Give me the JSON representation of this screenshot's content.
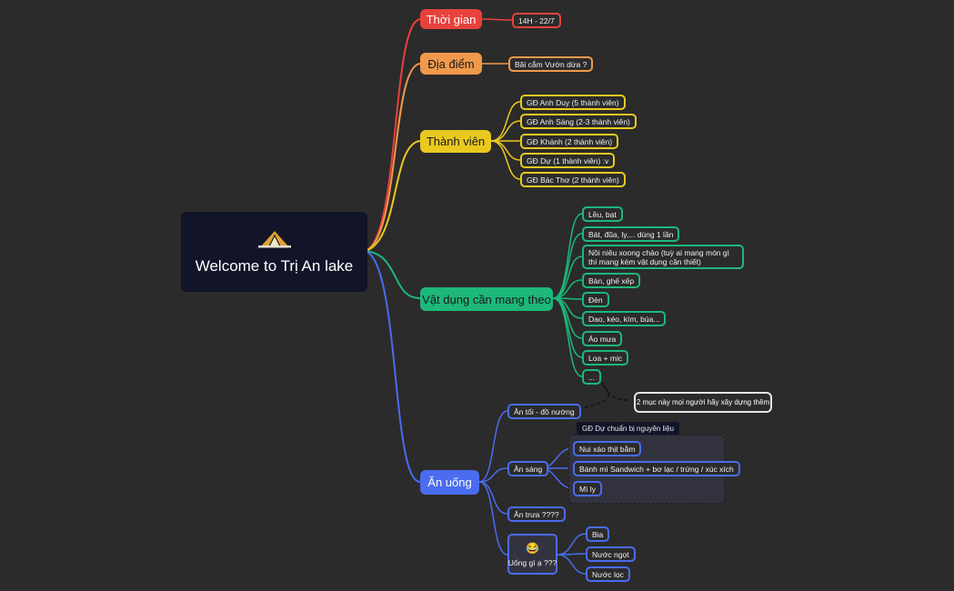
{
  "root": {
    "title": "Welcome to Trị An lake",
    "icon": "tent-icon"
  },
  "branches": {
    "time": {
      "label": "Thời gian",
      "color": "#e8413c",
      "items": [
        "14H - 22/7"
      ]
    },
    "place": {
      "label": "Địa điểm",
      "color": "#f0994a",
      "items": [
        "Bãi cắm Vườn dừa ?"
      ]
    },
    "members": {
      "label": "Thành viên",
      "color": "#e9c920",
      "items": [
        "GĐ Anh Duy (5 thành viên)",
        "GĐ Anh Sáng (2-3 thành viên)",
        "GĐ Khánh (2 thành viên)",
        "GĐ Dự (1 thành viên) :v",
        "GĐ Bác Thơ (2 thành viên)"
      ]
    },
    "gear": {
      "label": "Vật dụng cần mang theo",
      "color": "#1db87a",
      "items": [
        "Lều, bạt",
        "Bát, đũa, ly,... dùng 1 lần",
        "Nồi niêu xoong chảo (tuỳ ai mang món gì thì mang kèm vật dụng cần thiết)",
        "Bàn, ghế xếp",
        "Đèn",
        "Dao, kéo, kìm, búa...",
        "Áo mưa",
        "Loa + mic",
        "..."
      ]
    },
    "food": {
      "label": "Ăn uống",
      "color": "#4a6cf0",
      "dinner": "Ăn tối - đồ nướng",
      "breakfast": {
        "label": "Ăn sáng",
        "group_label": "GĐ Dự chuẩn bị nguyên liệu",
        "items": [
          "Nui xào thịt bằm",
          "Bánh mì Sandwich + bơ lạc / trứng / xúc xích",
          "Mì ly"
        ]
      },
      "lunch": "Ăn trưa ????",
      "drinks": {
        "label": "Uống gì ạ ???",
        "icon": "laughing-emoji-icon",
        "items": [
          "Bia",
          "Nước ngọt",
          "Nước lọc"
        ]
      }
    }
  },
  "note": "2 mục này mọi người hãy xây dựng thêm"
}
